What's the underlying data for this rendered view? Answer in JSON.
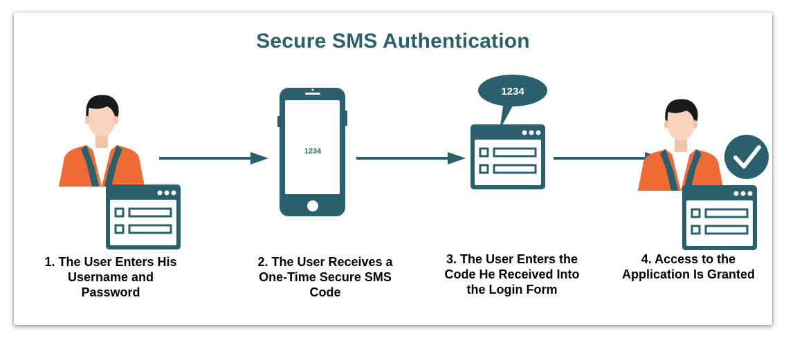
{
  "title": "Secure SMS Authentication",
  "colors": {
    "accent": "#2a5f6e",
    "jacket": "#f06a35",
    "skin": "#f9d3bb",
    "hair": "#1a1a1a",
    "shirt": "#ffffff"
  },
  "steps": [
    {
      "lines": [
        "1. The User Enters His",
        "Username and",
        "Password"
      ]
    },
    {
      "lines": [
        "2. The User Receives a",
        "One-Time Secure SMS",
        "Code"
      ],
      "phone_code": "1234"
    },
    {
      "lines": [
        "3. The User Enters the",
        "Code He Received Into",
        "the Login Form"
      ],
      "bubble_code": "1234"
    },
    {
      "lines": [
        "4. Access to the",
        "Application Is Granted"
      ]
    }
  ],
  "icons": [
    "user-icon",
    "login-form-icon",
    "smartphone-icon",
    "speech-bubble-icon",
    "arrow-icon",
    "checkmark-icon"
  ]
}
